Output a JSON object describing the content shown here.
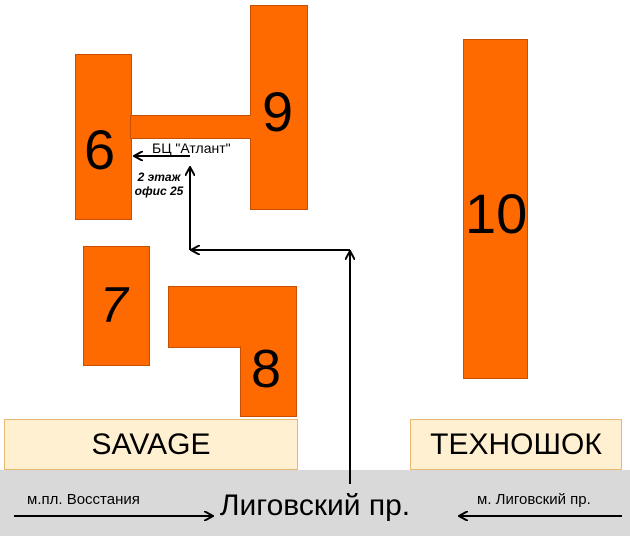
{
  "colors": {
    "building": "#ff6a00",
    "shop_bg": "#fff0d2",
    "street_bg": "#d9d9d9",
    "arrow": "#000000"
  },
  "buildings": {
    "b6": "6",
    "b7": "7",
    "b8": "8",
    "b9": "9",
    "b10": "10"
  },
  "labels": {
    "business_center": "БЦ \"Атлант\"",
    "office_line1": "2 этаж",
    "office_line2": "офис 25"
  },
  "shops": {
    "left": "SAVAGE",
    "right": "ТЕХНОШОК"
  },
  "street": {
    "name": "Лиговский пр.",
    "metro_left": "м.пл. Восстания",
    "metro_right": "м. Лиговский пр."
  }
}
